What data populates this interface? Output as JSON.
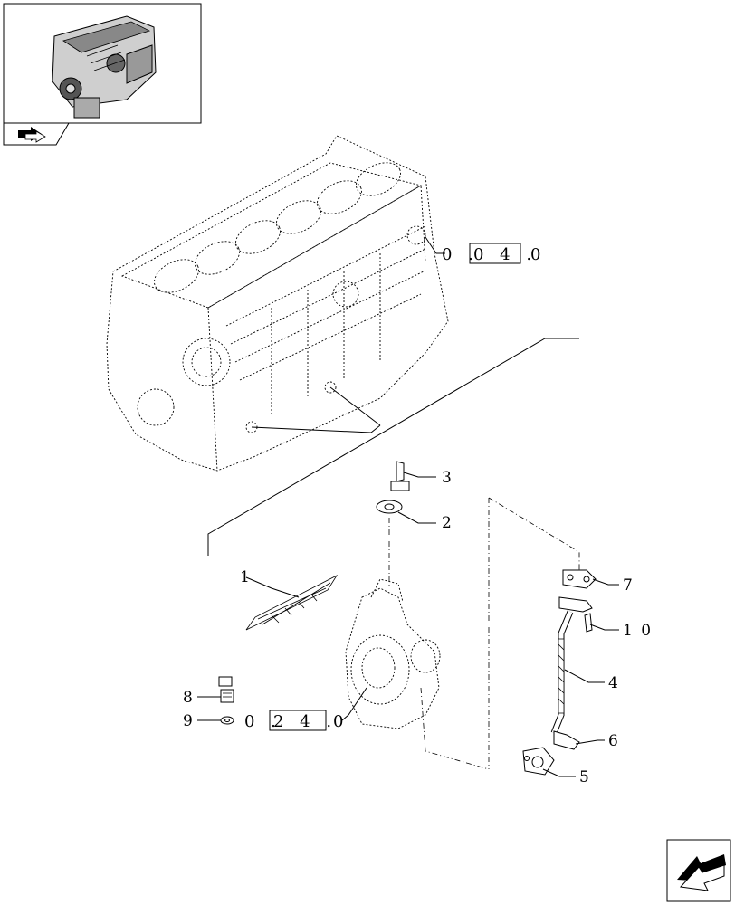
{
  "thumbnail": {
    "icon": "engine-thumbnail-icon"
  },
  "nav_icons": {
    "top": "previous-arrow-icon",
    "bottom": "next-arrow-icon"
  },
  "callouts": {
    "c1": "1",
    "c2": "2",
    "c3": "3",
    "c4": "4",
    "c5": "5",
    "c6": "6",
    "c7": "7",
    "c8": "8",
    "c9": "9",
    "c10": "1 0"
  },
  "references": {
    "engine_block": {
      "prefix": "0 .",
      "boxed": "0 4 .",
      "suffix": "0"
    },
    "turbocharger": {
      "prefix": "0 .",
      "boxed": "2 4 .",
      "suffix": "0"
    }
  }
}
